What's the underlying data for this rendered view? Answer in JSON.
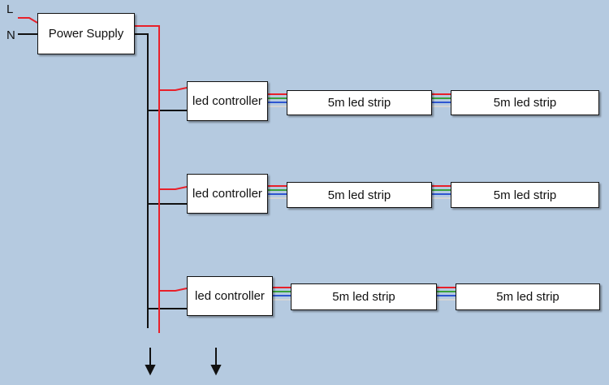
{
  "inputs": {
    "line_label": "L",
    "neutral_label": "N"
  },
  "power_supply": {
    "label": "Power Supply"
  },
  "rows": [
    {
      "controller": "led controller",
      "strips": [
        "5m led strip",
        "5m led strip"
      ]
    },
    {
      "controller": "led controller",
      "strips": [
        "5m led strip",
        "5m led strip"
      ]
    },
    {
      "controller": "led controller",
      "strips": [
        "5m led strip",
        "5m led strip"
      ]
    }
  ],
  "colors": {
    "background": "#b5cae0",
    "live_wire": "#e8202a",
    "neutral_wire": "#111111",
    "rgb_bus": [
      "#e8202a",
      "#3aa03a",
      "#2f56d0",
      "#d4d4d4"
    ]
  },
  "icons": [
    "down-arrow-icon",
    "down-arrow-icon"
  ]
}
